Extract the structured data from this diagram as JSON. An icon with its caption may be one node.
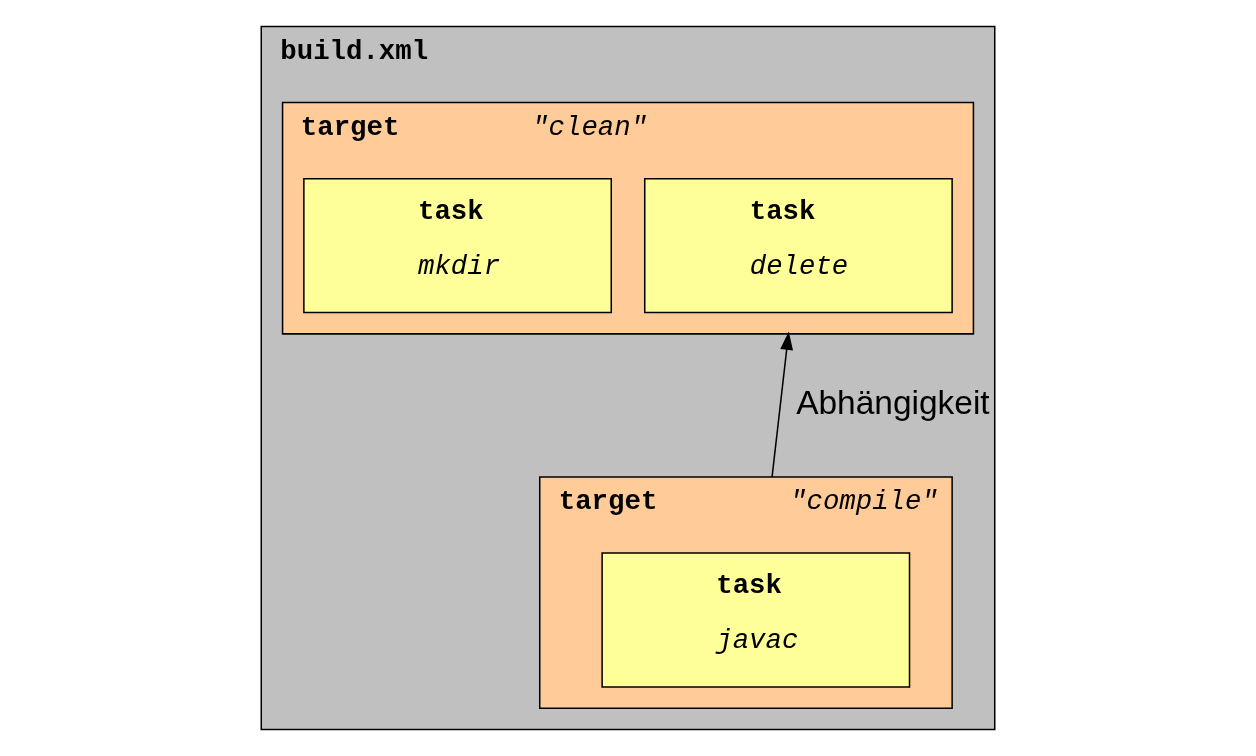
{
  "diagram": {
    "nodes": [
      {
        "text": [
          "build.xml"
        ]
      },
      {
        "text": [
          "target",
          "\"clean\""
        ],
        "in": 0
      },
      {
        "text": [
          "task",
          "delete"
        ],
        "in": 1
      },
      {
        "text": [
          "task",
          "mkdir"
        ],
        "in": 1
      },
      {
        "text": [
          "target",
          "\"compile\""
        ],
        "in": 0
      },
      {
        "text": [
          "task",
          "javac"
        ],
        "in": 4
      }
    ],
    "edges": [
      {
        "from": 4,
        "to": 1,
        "arrow": "to",
        "label": "Abhängigkeit"
      }
    ]
  }
}
